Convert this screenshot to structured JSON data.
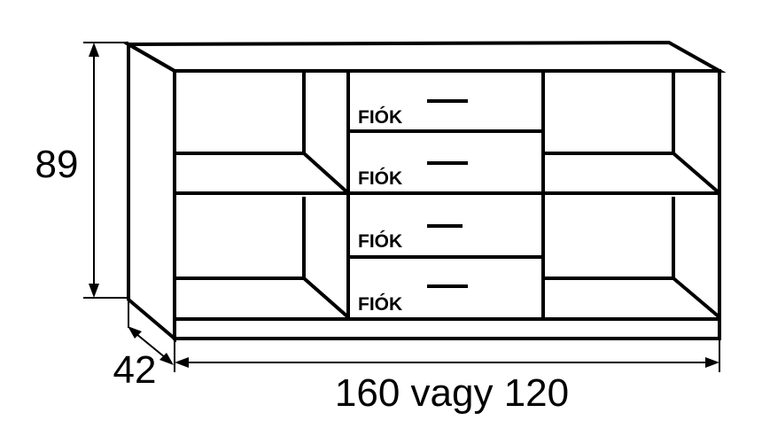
{
  "dimensions": {
    "height_label": "89",
    "depth_label": "42",
    "width_label": "160 vagy 120"
  },
  "drawers": [
    {
      "label": "FIÓK"
    },
    {
      "label": "FIÓK"
    },
    {
      "label": "FIÓK"
    },
    {
      "label": "FIÓK"
    }
  ],
  "colors": {
    "line": "#000000",
    "background": "#ffffff"
  }
}
